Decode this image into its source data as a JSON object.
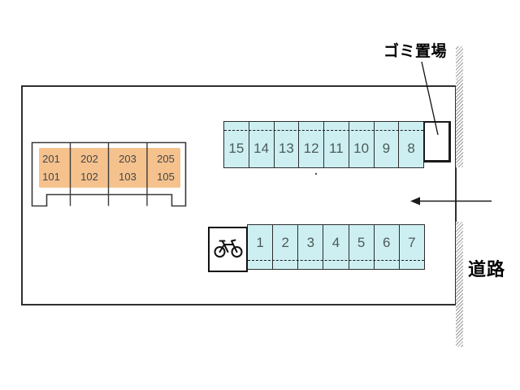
{
  "labels": {
    "garbage_area": "ゴミ置場",
    "road": "道路"
  },
  "building": {
    "upper_units": [
      "201",
      "202",
      "203",
      "205"
    ],
    "lower_units": [
      "101",
      "102",
      "103",
      "105"
    ]
  },
  "parking": {
    "top_row": [
      "15",
      "14",
      "13",
      "12",
      "11",
      "10",
      "9",
      "8"
    ],
    "bottom_row": [
      "1",
      "2",
      "3",
      "4",
      "5",
      "6",
      "7"
    ]
  },
  "icons": {
    "bicycle": "bicycle-icon"
  },
  "colors": {
    "building_fill": "#F5C28E",
    "parking_fill": "#CDEFF2",
    "outline": "#2f2f2f"
  }
}
